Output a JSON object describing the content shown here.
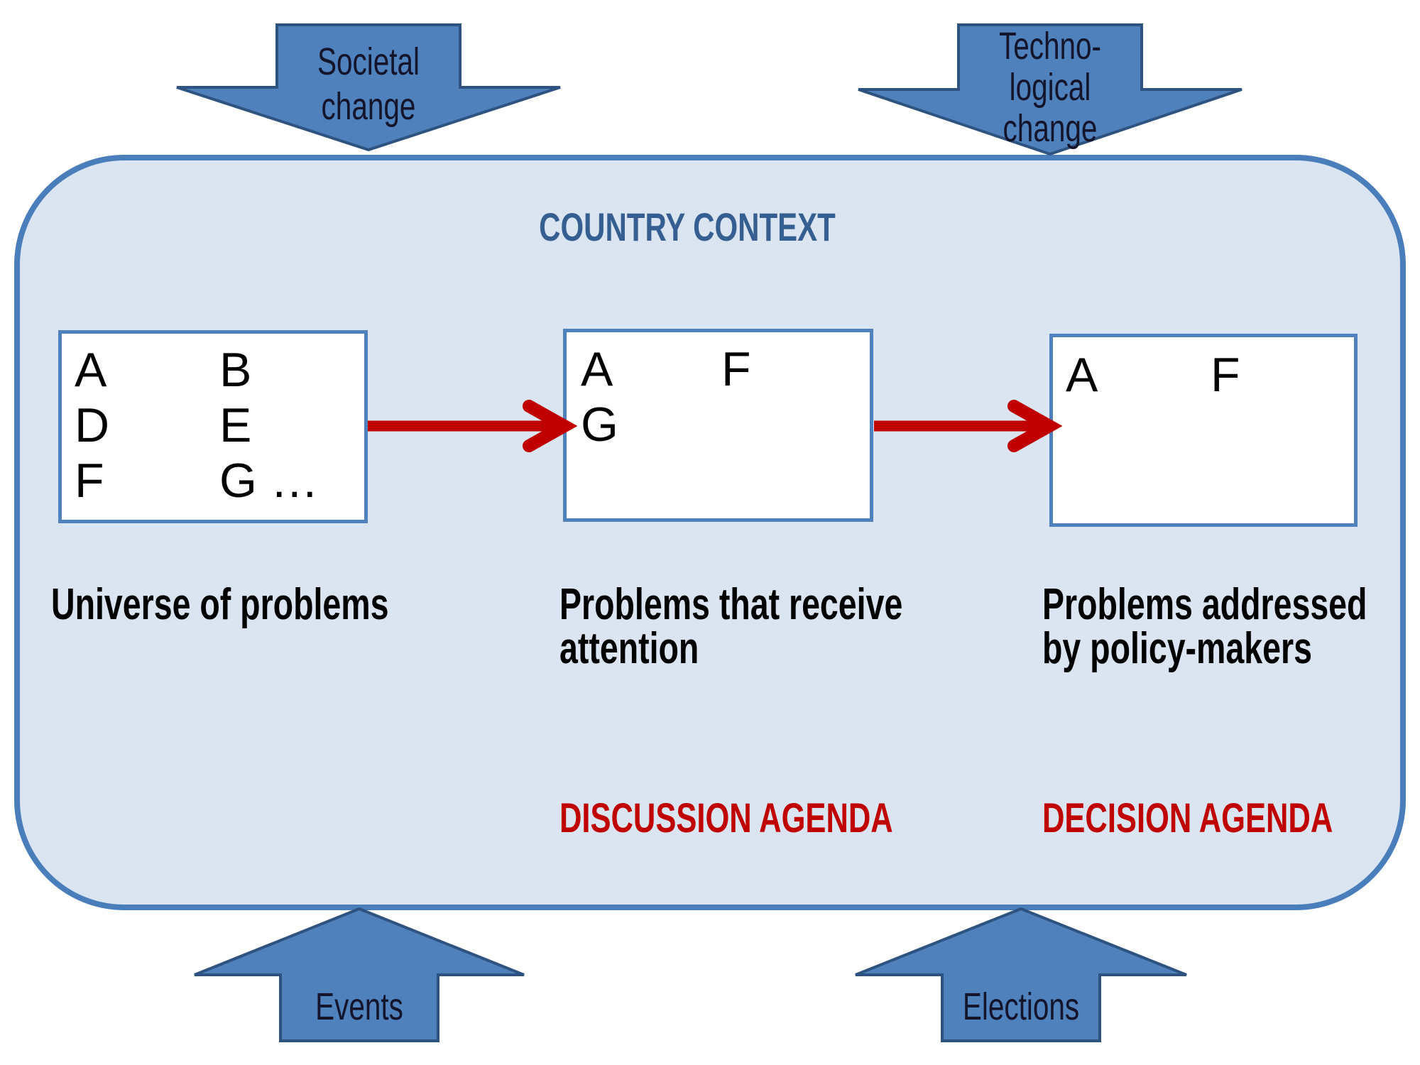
{
  "title": "COUNTRY CONTEXT",
  "colors": {
    "container_fill": "#DBE5F1",
    "container_border": "#4A7EBB",
    "box_border": "#4F81BD",
    "arrow_fill": "#4F81BD",
    "arrow_border": "#2F5380",
    "red": "#C00000",
    "title_color": "#365F91",
    "text_color": "#000000",
    "arrow_text": "#14142B"
  },
  "external_arrows": {
    "top": [
      {
        "name": "societal-change",
        "lines": [
          "Societal",
          "change"
        ]
      },
      {
        "name": "technological-change",
        "lines": [
          "Techno-",
          "logical",
          "change"
        ]
      }
    ],
    "bottom": [
      {
        "name": "events",
        "label": "Events"
      },
      {
        "name": "elections",
        "label": "Elections"
      }
    ]
  },
  "stages": [
    {
      "caption_lines": [
        "Universe of problems"
      ],
      "letters_col1": [
        "A",
        "D",
        "F"
      ],
      "letters_col2": [
        "B",
        "E",
        "G …"
      ]
    },
    {
      "caption_lines": [
        "Problems that receive",
        "attention"
      ],
      "agenda": "DISCUSSION AGENDA",
      "letters_col1": [
        "A",
        "G"
      ],
      "letters_col2": [
        "F"
      ]
    },
    {
      "caption_lines": [
        "Problems addressed",
        "by policy-makers"
      ],
      "agenda": "DECISION AGENDA",
      "letters_col1": [
        "A"
      ],
      "letters_col2": [
        "F"
      ]
    }
  ]
}
